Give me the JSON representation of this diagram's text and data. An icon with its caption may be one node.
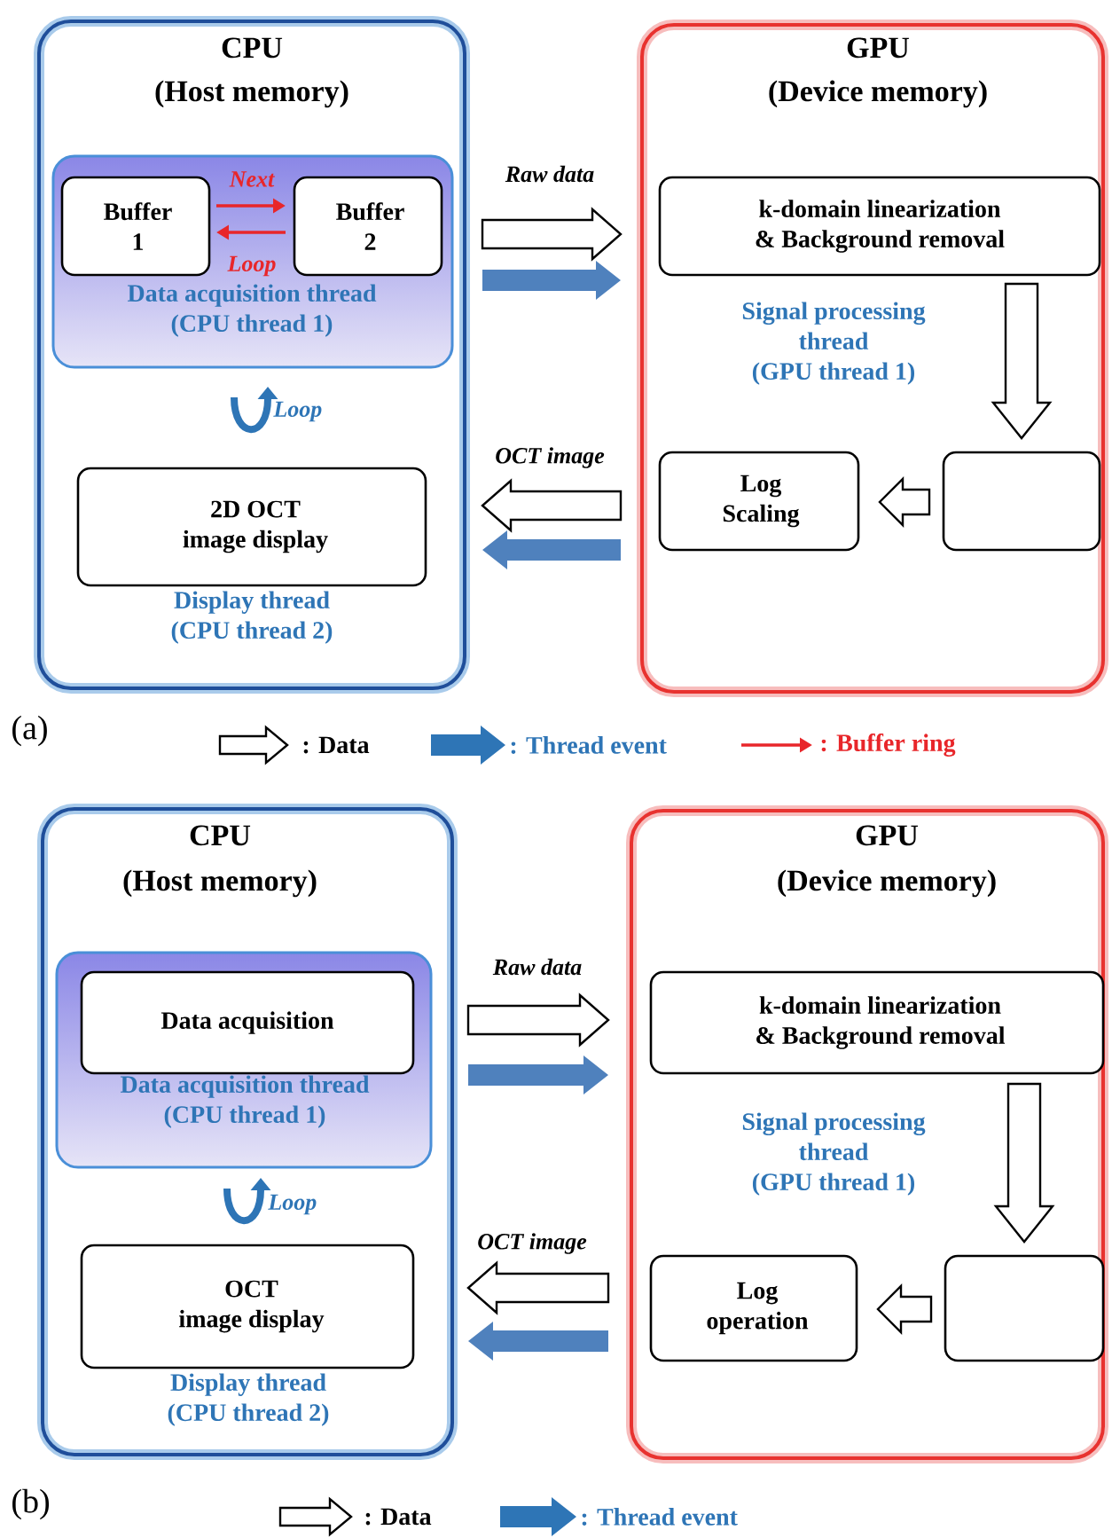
{
  "diagram": {
    "nodes": [
      {
        "text": [
          "CPU",
          "(Host memory)"
        ]
      },
      {
        "text": [
          "Data acquisition thread (CPU thread 1)"
        ],
        "in": 0
      },
      {
        "text": [
          "Buffer 1"
        ],
        "in": 1
      },
      {
        "text": [
          "Buffer 2"
        ],
        "in": 1
      },
      {
        "text": [
          "2D OCT image display"
        ],
        "in": 0,
        "beside": [
          "Display thread (CPU thread 2)"
        ]
      },
      {
        "text": [
          "GPU",
          "(Device memory)",
          "Signal processing thread (GPU thread 1)"
        ]
      },
      {
        "text": [
          "k-domain linearization & Background removal"
        ],
        "in": 5
      },
      {
        "text": [
          "Log Scaling"
        ],
        "in": 5
      },
      {
        "text": [],
        "shape": "box",
        "in": 5
      },
      {
        "text": [
          "CPU",
          "(Host memory)"
        ]
      },
      {
        "text": [
          "Data acquisition thread (CPU thread 1)"
        ],
        "in": 9
      },
      {
        "text": [
          "Data acquisition"
        ],
        "in": 10
      },
      {
        "text": [
          "OCT image display"
        ],
        "in": 9,
        "beside": [
          "Display thread (CPU thread 2)"
        ]
      },
      {
        "text": [
          "GPU",
          "(Device memory)",
          "Signal processing thread (GPU thread 1)"
        ]
      },
      {
        "text": [
          "k-domain linearization & Background removal"
        ],
        "in": 13
      },
      {
        "text": [
          "Log operation"
        ],
        "in": 13
      },
      {
        "text": [],
        "shape": "box",
        "in": 13
      }
    ],
    "edges": [
      {
        "from": 2,
        "to": 3,
        "arrow": "to",
        "label": "Next",
        "color": "#e8262a"
      },
      {
        "from": 3,
        "to": 2,
        "arrow": "to",
        "label": "Loop",
        "color": "#e8262a"
      },
      {
        "from": 0,
        "to": 5,
        "arrow": "to",
        "label": "Raw data"
      },
      {
        "from": 0,
        "to": 5,
        "arrow": "to",
        "style": "thick",
        "color": "#4f81bd"
      },
      {
        "from": 6,
        "to": 8,
        "arrow": "to"
      },
      {
        "from": 8,
        "to": 7,
        "arrow": "to"
      },
      {
        "from": 5,
        "to": 0,
        "arrow": "to",
        "label": "OCT image"
      },
      {
        "from": 5,
        "to": 0,
        "arrow": "to",
        "style": "thick",
        "color": "#4f81bd"
      },
      {
        "from": 9,
        "to": 13,
        "arrow": "to",
        "label": "Raw data"
      },
      {
        "from": 9,
        "to": 13,
        "arrow": "to",
        "style": "thick",
        "color": "#4f81bd"
      },
      {
        "from": 14,
        "to": 16,
        "arrow": "to"
      },
      {
        "from": 16,
        "to": 15,
        "arrow": "to"
      },
      {
        "from": 13,
        "to": 9,
        "arrow": "to",
        "label": "OCT image"
      },
      {
        "from": 13,
        "to": 9,
        "arrow": "to",
        "style": "thick",
        "color": "#4f81bd"
      }
    ],
    "labels": [
      "Loop",
      "(a)",
      "Loop",
      "(b)"
    ],
    "legend": [
      {
        "text": ": Data"
      },
      {
        "text": ": Thread event"
      },
      {
        "text": ": Buffer ring"
      },
      {
        "text": ": Data"
      },
      {
        "text": ": Thread event"
      }
    ]
  }
}
